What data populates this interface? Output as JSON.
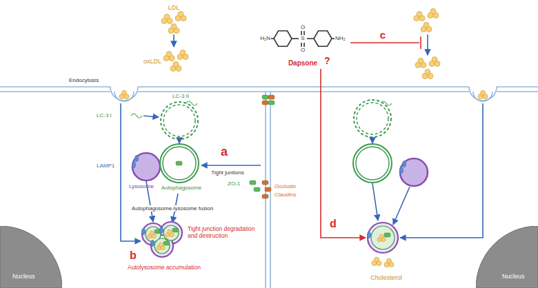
{
  "diagram": {
    "nodes": [
      {
        "text": [
          "Nucleus"
        ]
      },
      {
        "text": [
          "Nucleus"
        ]
      }
    ],
    "labels": [
      "LDL",
      "oxLDL",
      "H₂N",
      "NH₂",
      "S",
      "O",
      "O",
      "Dapsone",
      "?",
      "c",
      "Endocytosis",
      "LC-3 II",
      "LC-3 I",
      "LAMP1",
      "Lysosome",
      "Autophagosome",
      "a",
      "Tight juntions",
      "ZO-1",
      "Occludin",
      "Claudins",
      "Autophagosome-lysosome fusion",
      "b",
      "Tight junction degradation and destruction",
      "Autolysosome accumulation",
      "d",
      "Cholesterol"
    ]
  }
}
